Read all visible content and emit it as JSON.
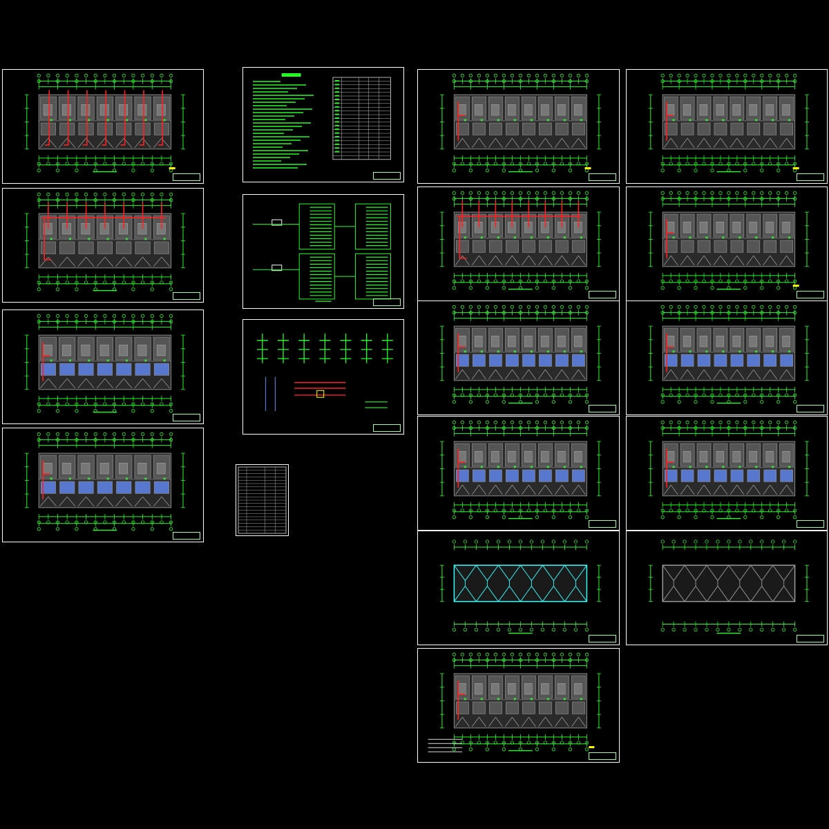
{
  "canvas": {
    "background": "#000000"
  },
  "colors": {
    "frame": "#ffffff",
    "axis": "#22ff22",
    "wall": "#8c8c8c",
    "fill": "#555555",
    "wire_red": "#ff2020",
    "wire_cyan": "#33ffff",
    "blue": "#5878d0",
    "tag": "#ffff00"
  },
  "sheets": [
    {
      "id": "left-1",
      "kind": "plan",
      "bays": 7,
      "variant": "vert-red"
    },
    {
      "id": "left-2",
      "kind": "plan",
      "bays": 7,
      "variant": "red-top"
    },
    {
      "id": "left-3",
      "kind": "plan",
      "bays": 7,
      "variant": "blue"
    },
    {
      "id": "left-4",
      "kind": "plan",
      "bays": 7,
      "variant": "blue"
    },
    {
      "id": "mid-notes",
      "kind": "notes"
    },
    {
      "id": "mid-system",
      "kind": "system"
    },
    {
      "id": "mid-riser",
      "kind": "riser"
    },
    {
      "id": "mid-table",
      "kind": "table"
    },
    {
      "id": "r-1",
      "kind": "plan",
      "bays": 8,
      "variant": "plain"
    },
    {
      "id": "r-2",
      "kind": "plan",
      "bays": 8,
      "variant": "plain"
    },
    {
      "id": "r-3",
      "kind": "plan",
      "bays": 8,
      "variant": "red-top"
    },
    {
      "id": "r-4",
      "kind": "plan",
      "bays": 8,
      "variant": "plain"
    },
    {
      "id": "r-5",
      "kind": "plan",
      "bays": 8,
      "variant": "blue"
    },
    {
      "id": "r-6",
      "kind": "plan",
      "bays": 8,
      "variant": "blue"
    },
    {
      "id": "r-7",
      "kind": "plan",
      "bays": 8,
      "variant": "blue"
    },
    {
      "id": "r-8",
      "kind": "plan",
      "bays": 8,
      "variant": "blue"
    },
    {
      "id": "r-9",
      "kind": "roof",
      "bays": 6,
      "variant": "cyan"
    },
    {
      "id": "r-10",
      "kind": "roof",
      "bays": 6,
      "variant": "gray"
    },
    {
      "id": "r-11",
      "kind": "plan",
      "bays": 8,
      "variant": "legend"
    }
  ]
}
